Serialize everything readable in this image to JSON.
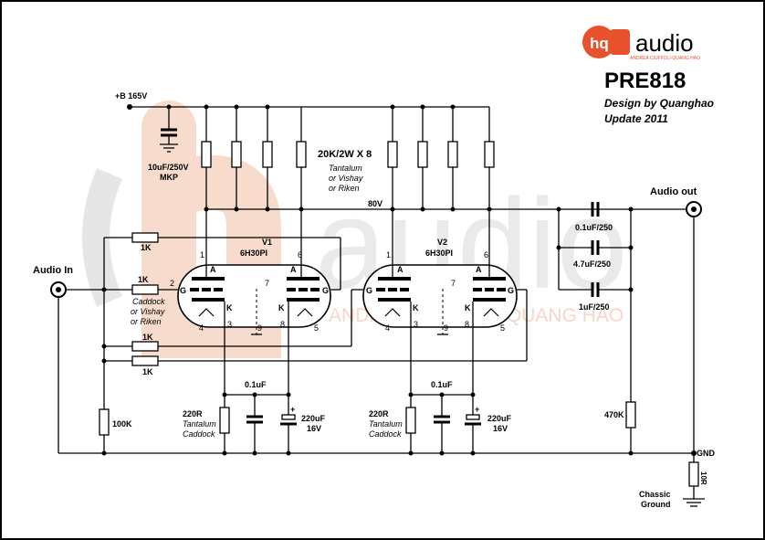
{
  "title_block": {
    "brand_mark": "hq",
    "brand_word": "audio",
    "brand_tagline": "ANDREA CIUFFOLI-QUANG HAO",
    "model": "PRE818",
    "designer": "Design by Quanghao",
    "update": "Update 2011"
  },
  "watermark": {
    "word": "audio",
    "tagline": "ANDREA CIUFFOLI-QUANG HAO"
  },
  "colors": {
    "brand_orange": "#e8512b",
    "watermark_orange": "#f7dccd",
    "watermark_gray": "#d9d9d9",
    "wire": "#000000"
  },
  "supply": {
    "label": "+B 165V",
    "cap": "10uF/250V",
    "cap_type": "MKP",
    "node_80v": "80V"
  },
  "resistors_note": {
    "main": "20K/2W X 8",
    "alt1": "Tantalum",
    "alt2": "or Vishay",
    "alt3": "or Riken"
  },
  "input": {
    "label": "Audio In",
    "r_feedback_top": "1K",
    "r_grid": "1K",
    "r_grid_note": [
      "Caddock",
      "or Vishay",
      "or Riken"
    ],
    "r_lower_a": "1K",
    "r_lower_b": "1K",
    "r_shunt": "100K"
  },
  "tubes": [
    {
      "name": "V1",
      "type": "6H30PI",
      "pin_plate1": "1",
      "pin_plate2": "6",
      "pin_7": "7",
      "pin_grid": "2",
      "pin_4": "4",
      "pin_3": "3",
      "pin_8": "8",
      "pin_5": "5",
      "pin_9": "9"
    },
    {
      "name": "V2",
      "type": "6H30PI",
      "pin_plate1": "1",
      "pin_plate2": "6",
      "pin_7": "7",
      "pin_grid": "",
      "pin_4": "4",
      "pin_3": "3",
      "pin_8": "8",
      "pin_5": "5",
      "pin_9": "9"
    }
  ],
  "electrode": {
    "anode": "A",
    "grid": "G",
    "cathode": "K"
  },
  "cathode_stage": {
    "r_value": "220R",
    "r_note1": "Tantalum",
    "r_note2": "Caddock",
    "cap_film": "0.1uF",
    "cap_elec": "220uF",
    "cap_elec_v": "16V",
    "plus": "+"
  },
  "output": {
    "label": "Audio out",
    "c1": "0.1uF/250",
    "c2": "4.7uF/250",
    "c3": "1uF/250",
    "r_bleed": "470K",
    "gnd": "GND",
    "r_ground": "10R",
    "chassis": "Chassic",
    "ground_word": "Ground"
  }
}
